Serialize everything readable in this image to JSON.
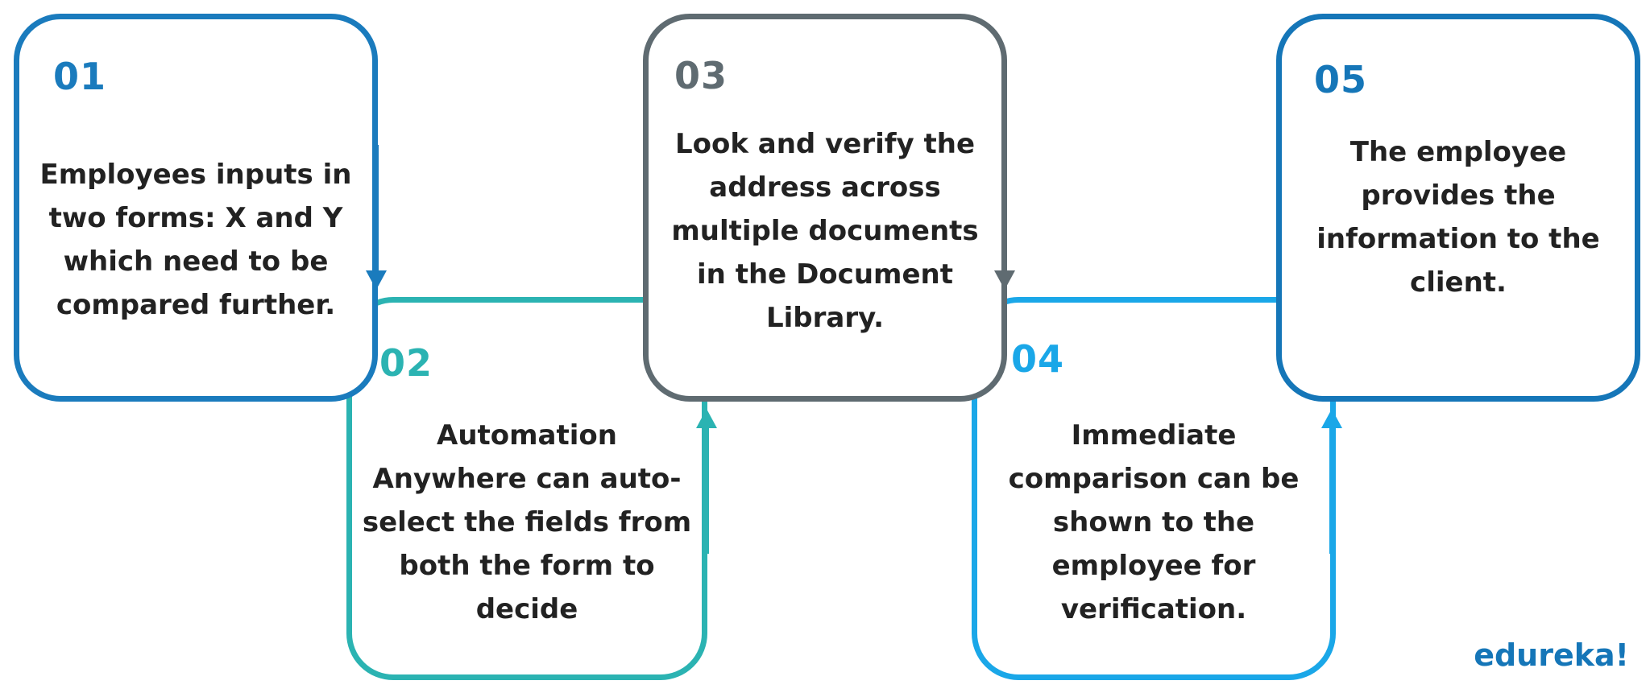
{
  "steps": [
    {
      "number": "01",
      "text": "Employees inputs in\ntwo forms: X and Y\nwhich need to be\ncompared further.",
      "color": "#1a7bbd"
    },
    {
      "number": "02",
      "text": "Automation\nAnywhere can auto-\nselect the fields from\nboth the form to\ndecide",
      "color": "#2bb3b2"
    },
    {
      "number": "03",
      "text": "Look and verify the\naddress across\nmultiple documents\nin the Document\nLibrary.",
      "color": "#5f6b71"
    },
    {
      "number": "04",
      "text": "Immediate\ncomparison can be\nshown to the\nemployee for\nverification.",
      "color": "#1aa7e8"
    },
    {
      "number": "05",
      "text": "The employee\nprovides the\ninformation to the\nclient.",
      "color": "#1576b8"
    }
  ],
  "logo": {
    "text": "edureka!",
    "color": "#1576b8"
  }
}
